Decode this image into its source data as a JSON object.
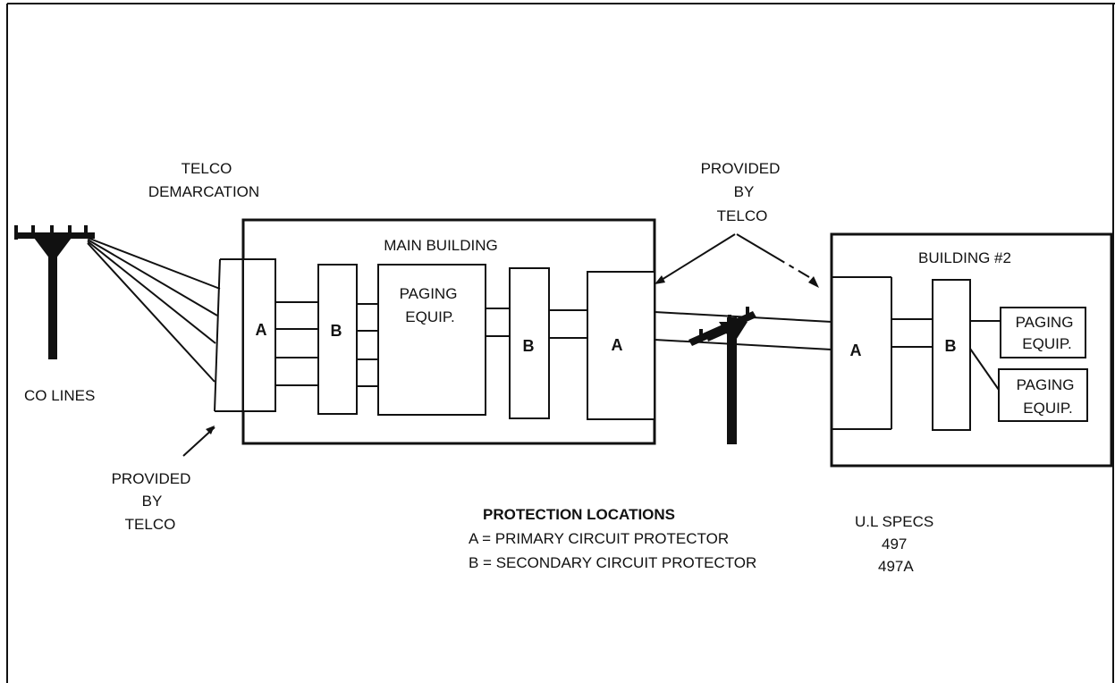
{
  "labels": {
    "telco_demarcation_1": "TELCO",
    "telco_demarcation_2": "DEMARCATION",
    "co_lines": "CO LINES",
    "provided_by_telco_left_1": "PROVIDED",
    "provided_by_telco_left_2": "BY",
    "provided_by_telco_left_3": "TELCO",
    "provided_by_telco_top_1": "PROVIDED",
    "provided_by_telco_top_2": "BY",
    "provided_by_telco_top_3": "TELCO",
    "main_building": "MAIN BUILDING",
    "building_2": "BUILDING #2"
  },
  "main_building": {
    "protector_a_left": "A",
    "protector_b_left": "B",
    "paging_equip_1": "PAGING",
    "paging_equip_2": "EQUIP.",
    "protector_b_right": "B",
    "protector_a_right": "A"
  },
  "building_2": {
    "protector_a": "A",
    "protector_b": "B",
    "paging_top_1": "PAGING",
    "paging_top_2": "EQUIP.",
    "paging_bottom_1": "PAGING",
    "paging_bottom_2": "EQUIP."
  },
  "legend": {
    "title": "PROTECTION LOCATIONS",
    "a_def": "A = PRIMARY CIRCUIT PROTECTOR",
    "b_def": "B = SECONDARY CIRCUIT PROTECTOR"
  },
  "ul_specs": {
    "title": "U.L SPECS",
    "spec_1": "497",
    "spec_2": "497A"
  }
}
